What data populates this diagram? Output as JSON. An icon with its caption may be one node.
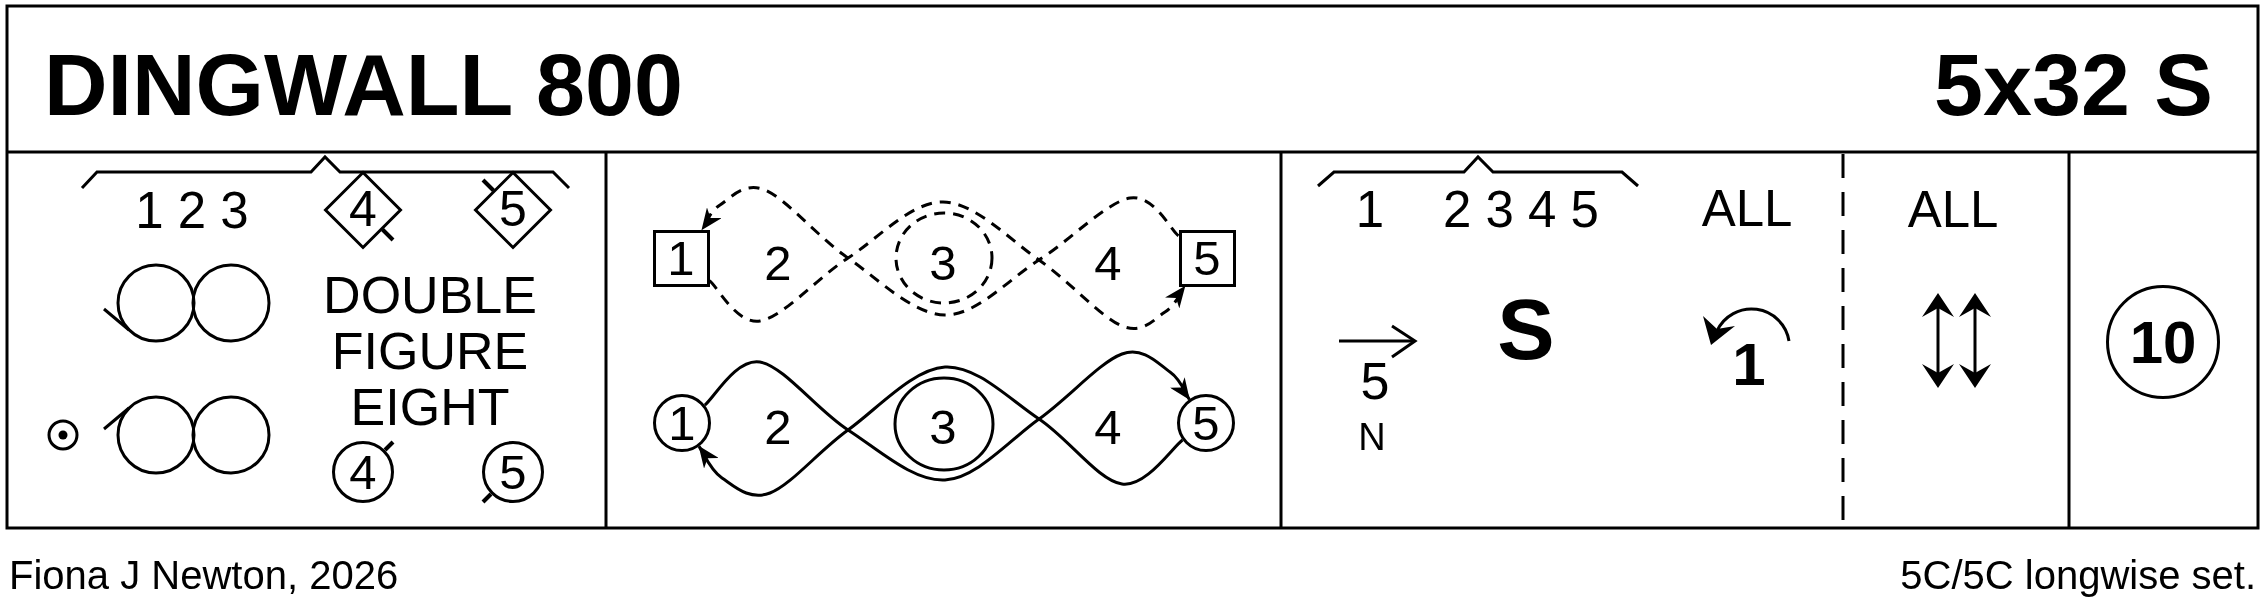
{
  "diagram": {
    "title": "DINGWALL 800",
    "nodes": [
      {
        "text": [
          "4"
        ]
      },
      {
        "text": [
          "5"
        ]
      },
      {
        "text": [
          "4"
        ]
      },
      {
        "text": [
          "5"
        ]
      },
      {
        "text": [
          "1"
        ]
      },
      {
        "text": [
          "5"
        ]
      },
      {
        "text": [
          "1"
        ]
      },
      {
        "text": [
          "5"
        ]
      },
      {
        "text": [
          "10"
        ]
      }
    ],
    "edges": [
      {
        "from": 4,
        "to": 5,
        "arrow": "to",
        "style": "dashed"
      },
      {
        "from": 5,
        "to": 4,
        "arrow": "to",
        "style": "dashed"
      },
      {
        "from": 6,
        "to": 7,
        "arrow": "to"
      },
      {
        "from": 7,
        "to": 6,
        "arrow": "to"
      }
    ],
    "labels": [
      "5x32 S",
      "1 2 3",
      "DOUBLE FIGURE EIGHT",
      "2",
      "3",
      "4",
      "2",
      "3",
      "4",
      "1",
      "2 3 4 5",
      "ALL",
      "5",
      "N",
      "S",
      "1",
      "ALL",
      "Fiona J Newton, 2026",
      "5C/5C longwise set."
    ]
  }
}
